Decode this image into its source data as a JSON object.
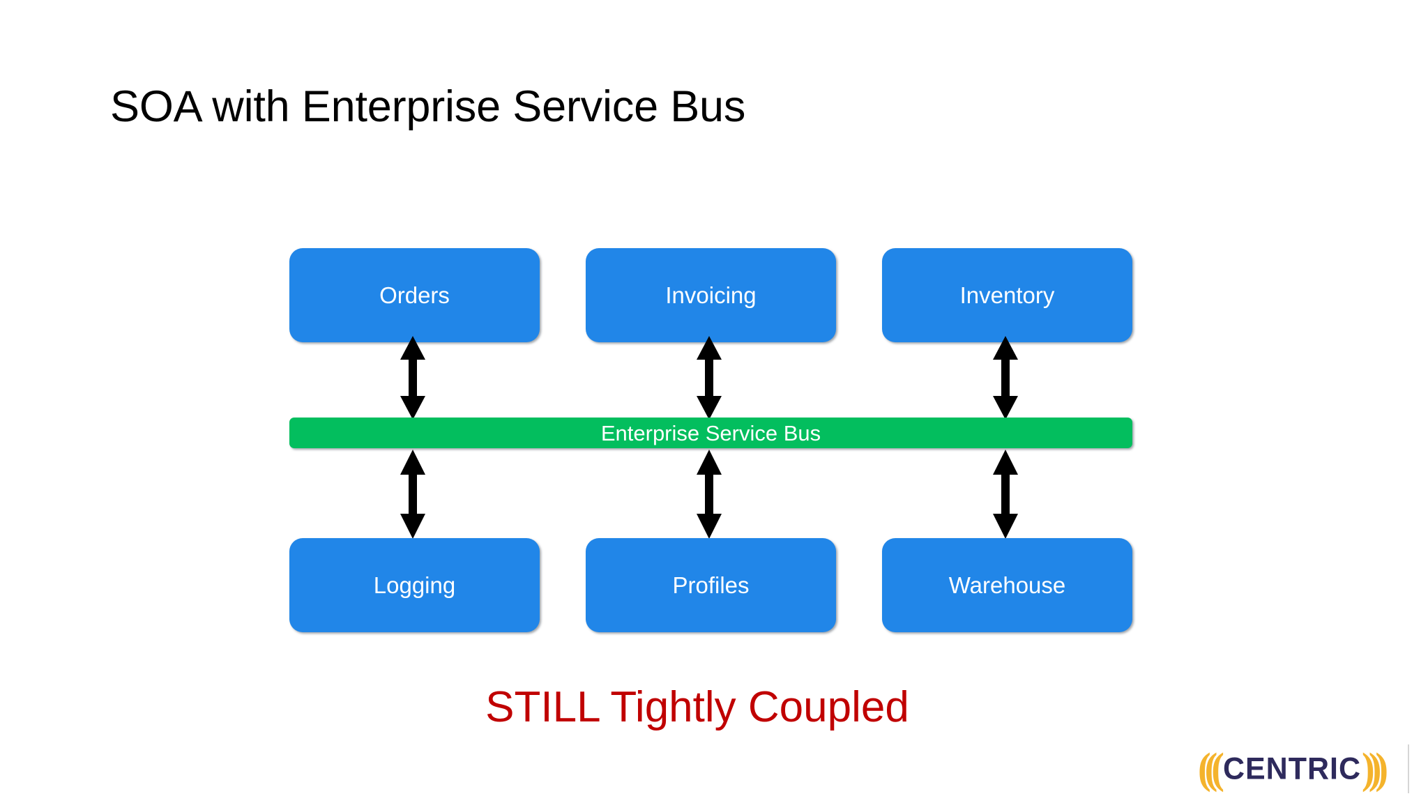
{
  "slide": {
    "title": "SOA with Enterprise Service Bus",
    "caption": "STILL Tightly Coupled",
    "background_color": "#ffffff"
  },
  "colors": {
    "service_box": "#2186E8",
    "service_box_text": "#ffffff",
    "bus_bar": "#03BE5E",
    "bus_bar_text": "#ffffff",
    "title_text": "#000000",
    "caption_text": "#C00000",
    "arrow": "#000000",
    "logo_paren": "#F4B32C",
    "logo_word": "#2E2A5C"
  },
  "diagram": {
    "top_services": [
      {
        "label": "Orders"
      },
      {
        "label": "Invoicing"
      },
      {
        "label": "Inventory"
      }
    ],
    "bus": {
      "label": "Enterprise Service Bus"
    },
    "bottom_services": [
      {
        "label": "Logging"
      },
      {
        "label": "Profiles"
      },
      {
        "label": "Warehouse"
      }
    ],
    "connectors": [
      {
        "name": "orders-to-bus",
        "icon": "double-headed-arrow-vertical"
      },
      {
        "name": "invoicing-to-bus",
        "icon": "double-headed-arrow-vertical"
      },
      {
        "name": "inventory-to-bus",
        "icon": "double-headed-arrow-vertical"
      },
      {
        "name": "bus-to-logging",
        "icon": "double-headed-arrow-vertical"
      },
      {
        "name": "bus-to-profiles",
        "icon": "double-headed-arrow-vertical"
      },
      {
        "name": "bus-to-warehouse",
        "icon": "double-headed-arrow-vertical"
      }
    ]
  },
  "logo": {
    "left_paren": "(((",
    "wordmark": "CENTRIC",
    "right_paren": ")))"
  }
}
